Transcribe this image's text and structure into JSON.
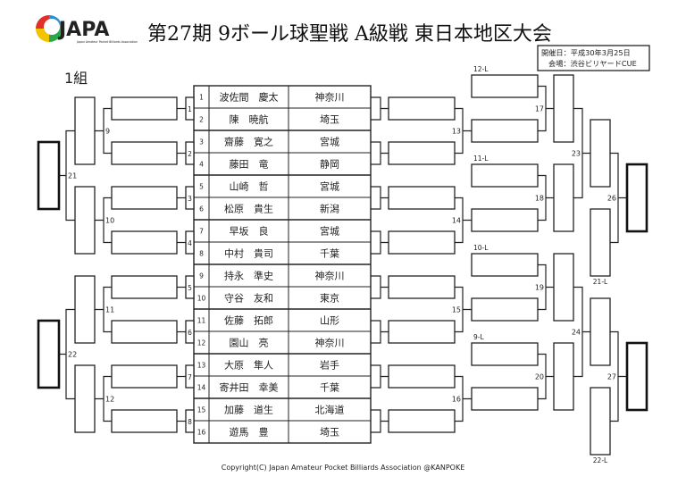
{
  "header": {
    "logo_text": "JAPA",
    "logo_subtext": "Japan Amateur Pocket Billiards Association",
    "title": "第27期 9ボール球聖戦 A級戦 東日本地区大会",
    "info_date": "開催日：平成30年3月25日",
    "info_venue": "会場：渋谷ビリヤードCUE"
  },
  "group_label": "1組",
  "players": [
    {
      "no": "1",
      "name": "波佐間　慶太",
      "pref": "神奈川"
    },
    {
      "no": "2",
      "name": "陳　暁航",
      "pref": "埼玉"
    },
    {
      "no": "3",
      "name": "齋藤　寛之",
      "pref": "宮城"
    },
    {
      "no": "4",
      "name": "藤田　竜",
      "pref": "静岡"
    },
    {
      "no": "5",
      "name": "山崎　哲",
      "pref": "宮城"
    },
    {
      "no": "6",
      "name": "松原　貴生",
      "pref": "新潟"
    },
    {
      "no": "7",
      "name": "早坂　良",
      "pref": "宮城"
    },
    {
      "no": "8",
      "name": "中村　貴司",
      "pref": "千葉"
    },
    {
      "no": "9",
      "name": "持永　準史",
      "pref": "神奈川"
    },
    {
      "no": "10",
      "name": "守谷　友和",
      "pref": "東京"
    },
    {
      "no": "11",
      "name": "佐藤　拓郎",
      "pref": "山形"
    },
    {
      "no": "12",
      "name": "園山　亮",
      "pref": "神奈川"
    },
    {
      "no": "13",
      "name": "大原　隼人",
      "pref": "岩手"
    },
    {
      "no": "14",
      "name": "寄井田　幸美",
      "pref": "千葉"
    },
    {
      "no": "15",
      "name": "加藤　道生",
      "pref": "北海道"
    },
    {
      "no": "16",
      "name": "遊馬　豊",
      "pref": "埼玉"
    }
  ],
  "matches": {
    "round1": [
      "1",
      "2",
      "3",
      "4",
      "5",
      "6",
      "7",
      "8"
    ],
    "left_round2": [
      "9",
      "10",
      "11",
      "12"
    ],
    "left_final": [
      "21",
      "22"
    ],
    "right_round2": [
      "13",
      "14",
      "15",
      "16"
    ],
    "right_round3": [
      "17",
      "18",
      "19",
      "20"
    ],
    "right_round4": [
      "23",
      "24"
    ],
    "right_final": [
      "26",
      "27"
    ]
  },
  "loser_labels": {
    "right_round2": [
      "12-L",
      "11-L",
      "10-L",
      "9-L"
    ],
    "right_round4": [
      "21-L",
      "22-L"
    ]
  },
  "footer": {
    "copyright": "Copyright(C) Japan Amateur Pocket Billiards Association @KANPOKE"
  },
  "colors": {
    "logo_blue": "#2a8fd6",
    "logo_red": "#e0302a",
    "logo_yellow": "#f2c400",
    "logo_green": "#2aa84a"
  }
}
